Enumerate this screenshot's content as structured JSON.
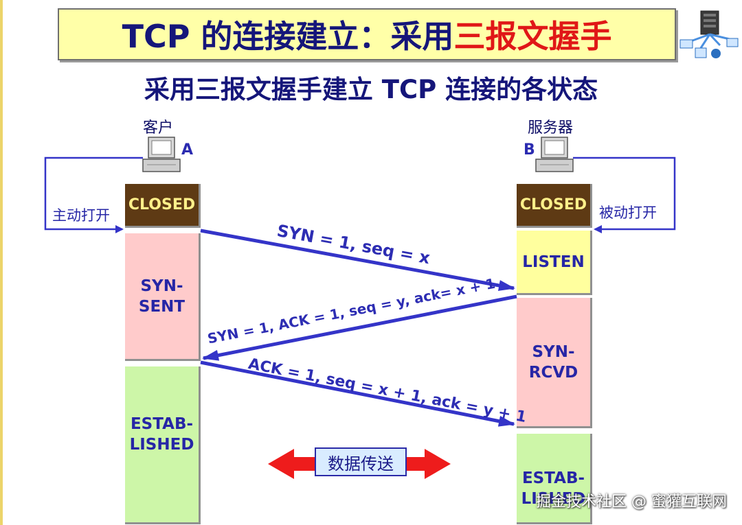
{
  "title": {
    "prefix": "TCP 的连接建立：采用",
    "highlight": "三报文握手"
  },
  "subtitle": "采用三报文握手建立 TCP 连接的各状态",
  "client": {
    "role": "客户",
    "letter": "A",
    "open_label": "主动打开",
    "states": [
      "CLOSED",
      "SYN-\nSENT",
      "ESTAB-\nLISHED"
    ]
  },
  "server": {
    "role": "服务器",
    "letter": "B",
    "open_label": "被动打开",
    "states": [
      "CLOSED",
      "LISTEN",
      "SYN-\nRCVD",
      "ESTAB-\nLISHED"
    ]
  },
  "messages": {
    "syn": "SYN = 1, seq = x",
    "syn_ack": "SYN = 1, ACK = 1, seq = y, ack= x + 1",
    "ack": "ACK = 1, seq = x + 1, ack = y + 1"
  },
  "data_transfer": "数据传送",
  "watermark": "掘金技术社区 @ 蜜獾互联网",
  "colors": {
    "title_text": "#15167a",
    "highlight": "#e01717",
    "arrow": "#3434c8",
    "closed_bg": "#5e3a14",
    "listen_bg": "#ffff9e",
    "syn_bg": "#ffcbcb",
    "established_bg": "#cdf6a8"
  },
  "icons": [
    "computer-icon",
    "server-network-icon"
  ]
}
